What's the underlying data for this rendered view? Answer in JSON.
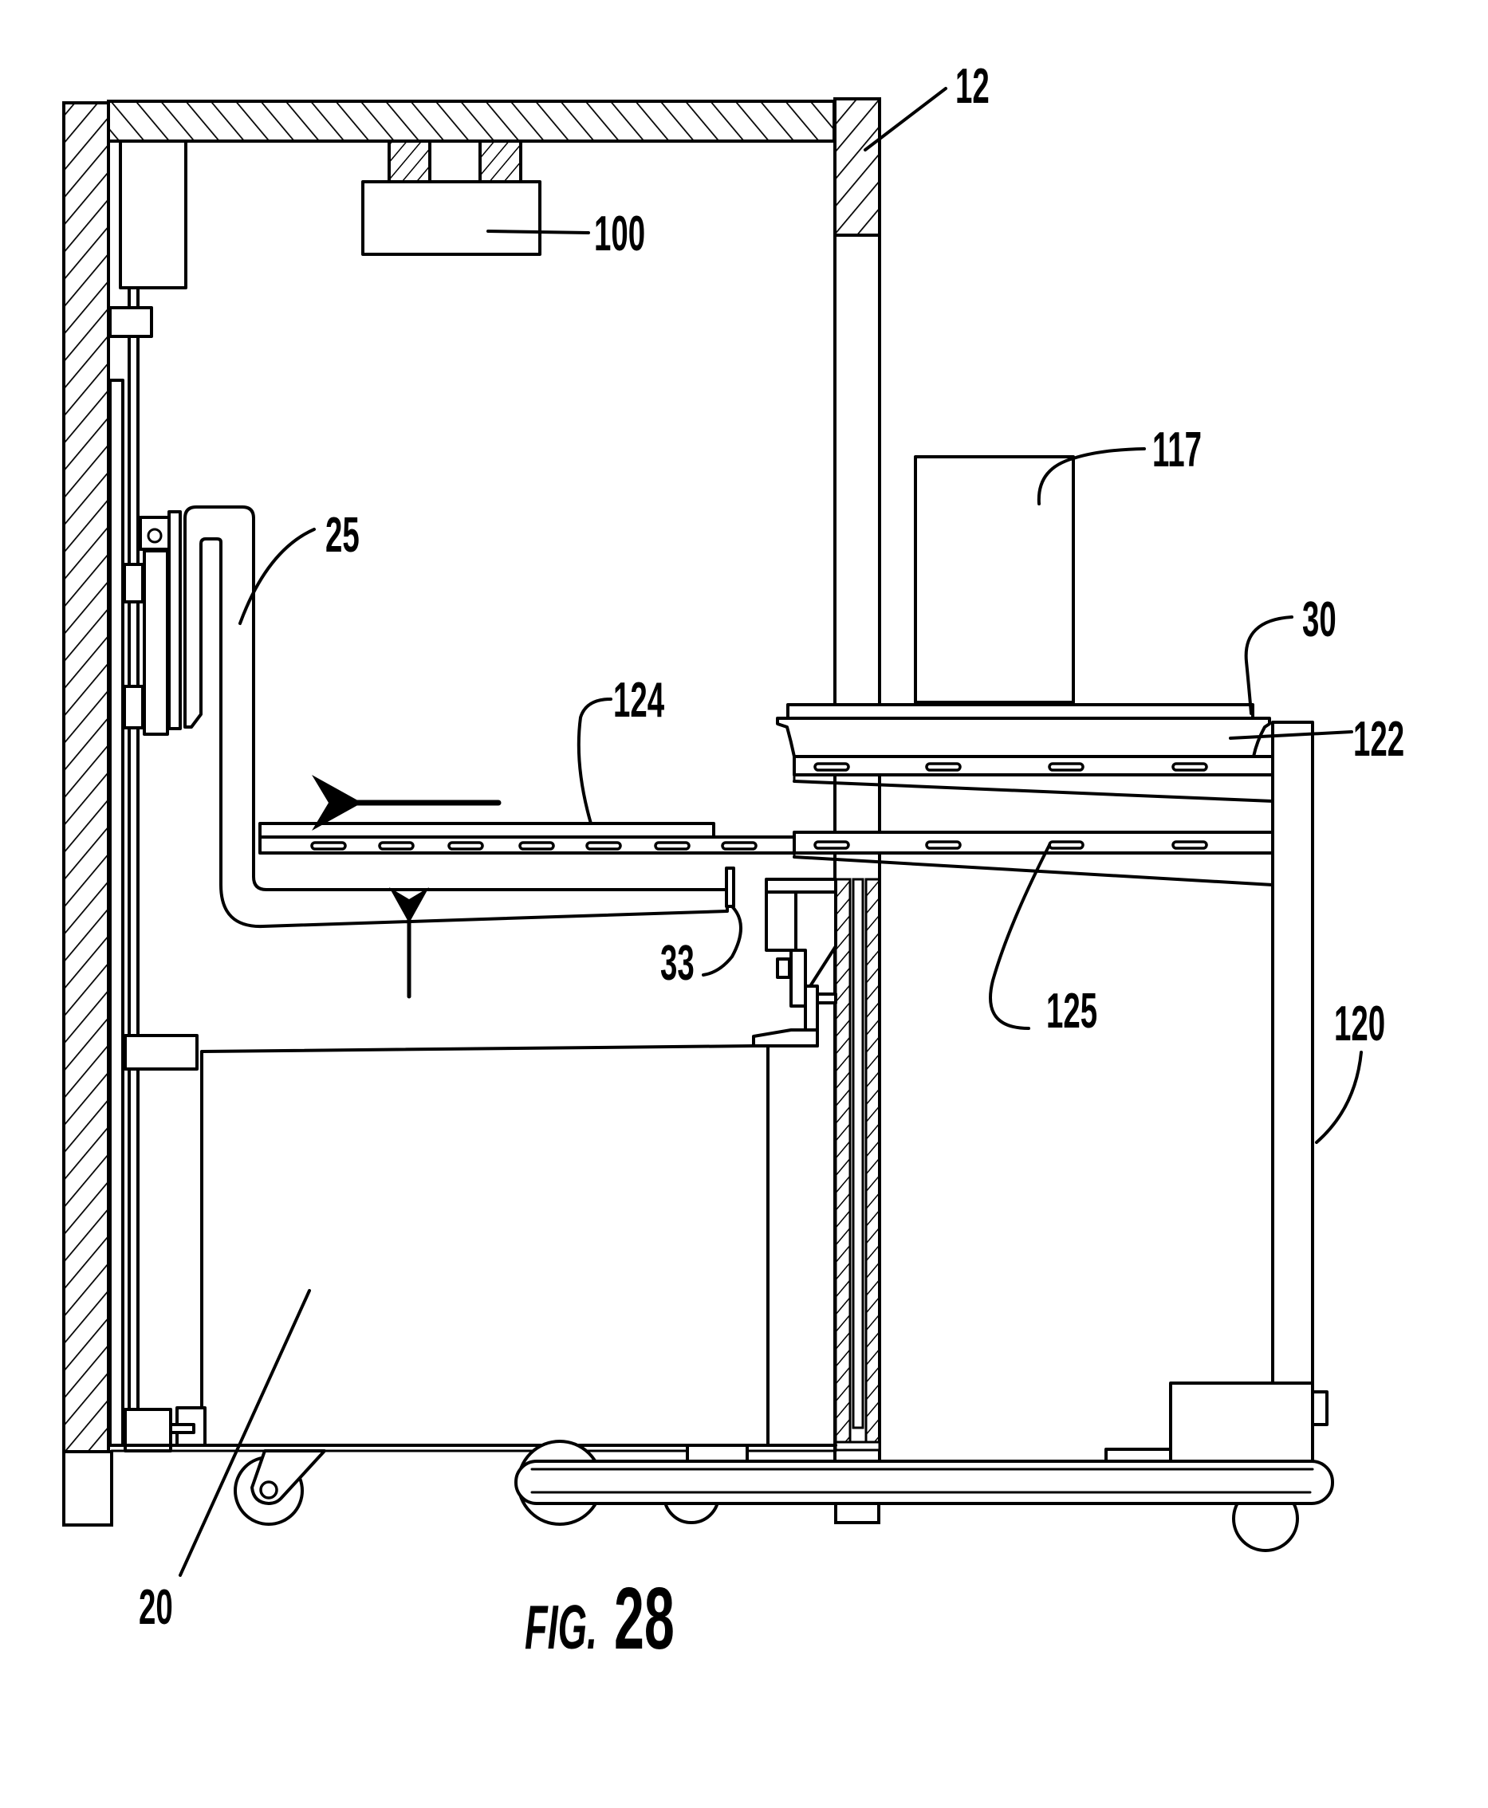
{
  "figure": {
    "prefix": "FIG.",
    "number": "28"
  },
  "reference_labels": {
    "housing": "12",
    "camera": "100",
    "carton": "117",
    "tray_upper": "30",
    "tray_liner": "122",
    "transfer_tray": "124",
    "rail": "125",
    "cart_column": "120",
    "lift_arm": "25",
    "clip": "33",
    "cart_bin": "20"
  },
  "motion_arrows": [
    {
      "name": "transfer-direction-arrow",
      "direction": "left"
    },
    {
      "name": "lift-direction-arrow",
      "direction": "up"
    }
  ]
}
